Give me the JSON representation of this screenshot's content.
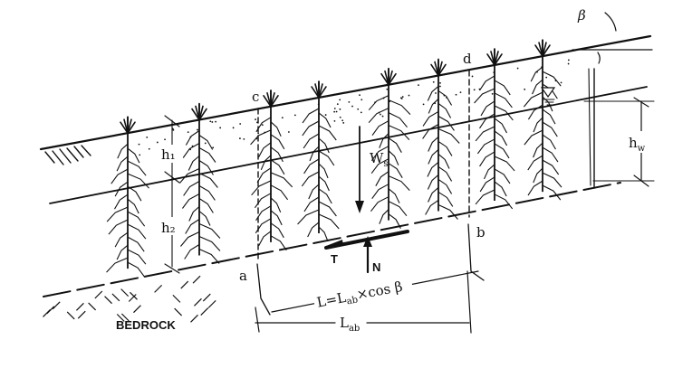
{
  "labels": {
    "beta": "β",
    "c": "c",
    "d": "d",
    "h1": "h₁",
    "h2": "h₂",
    "hw": "h",
    "hw_sub": "w",
    "ws": "W",
    "ws_sub": "s",
    "t": "T",
    "n": "N",
    "a": "a",
    "b": "b",
    "l_formula": "L=L",
    "l_formula_sub": "ab",
    "l_formula_rest": "×cos β",
    "lab": "L",
    "lab_sub": "ab",
    "bedrock": "BEDROCK"
  },
  "trees_count": 8,
  "colors": {
    "ink": "#111111",
    "background": "#ffffff"
  }
}
